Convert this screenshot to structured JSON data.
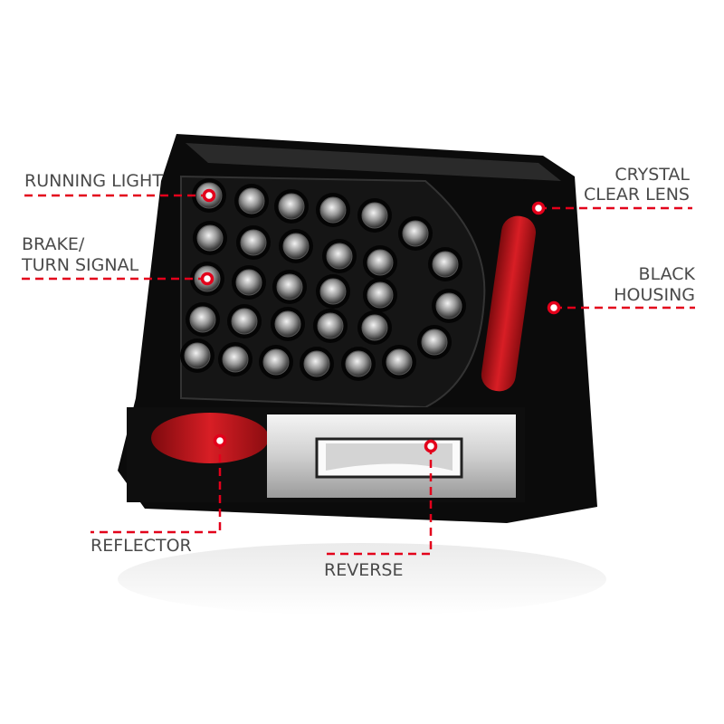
{
  "callouts": {
    "running_light": "RUNNING LIGHT",
    "brake_line1": "BRAKE/",
    "brake_line2": "TURN SIGNAL",
    "lens_line1": "CRYSTAL",
    "lens_line2": "CLEAR LENS",
    "housing_line1": "BLACK",
    "housing_line2": "HOUSING",
    "reflector": "REFLECTOR",
    "reverse": "REVERSE"
  },
  "colors": {
    "callout": "#e3001b",
    "text": "#4a4a4a",
    "housing": "#0b0b0b",
    "reflector": "#c8141c"
  },
  "product": {
    "type": "LED tail light",
    "housing_finish": "black",
    "lens": "clear"
  }
}
